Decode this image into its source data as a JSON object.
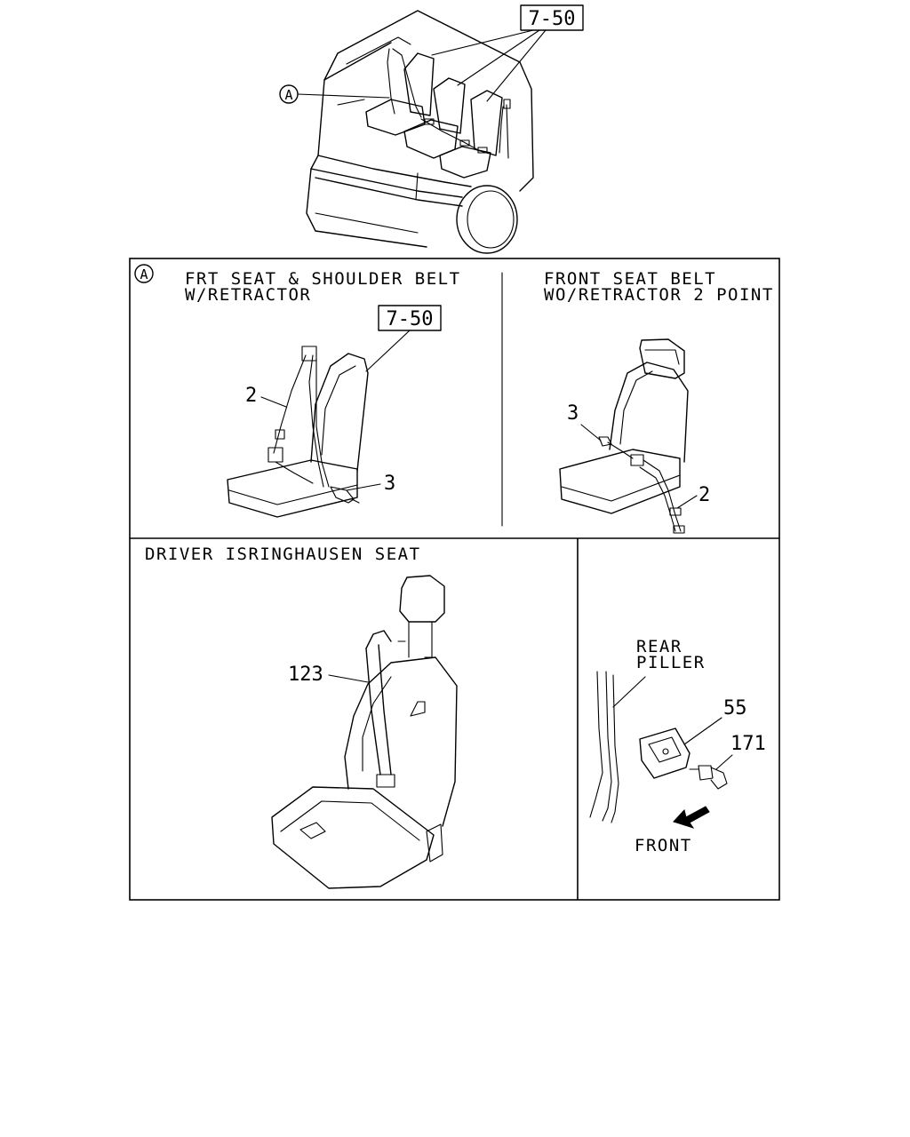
{
  "overview": {
    "ref_box": "7-50",
    "callout": "A"
  },
  "panel_a": {
    "callout": "A",
    "left": {
      "title_line1": "FRT SEAT & SHOULDER BELT",
      "title_line2": "W/RETRACTOR",
      "ref_box": "7-50",
      "parts": [
        "2",
        "3"
      ]
    },
    "right": {
      "title_line1": "FRONT SEAT BELT",
      "title_line2": "WO/RETRACTOR 2 POINT",
      "parts": [
        "3",
        "2"
      ]
    }
  },
  "panel_driver": {
    "title": "DRIVER ISRINGHAUSEN SEAT",
    "parts": [
      "123"
    ]
  },
  "panel_pillar": {
    "label_line1": "REAR",
    "label_line2": "PILLER",
    "parts": [
      "55",
      "171"
    ],
    "direction": "FRONT"
  }
}
